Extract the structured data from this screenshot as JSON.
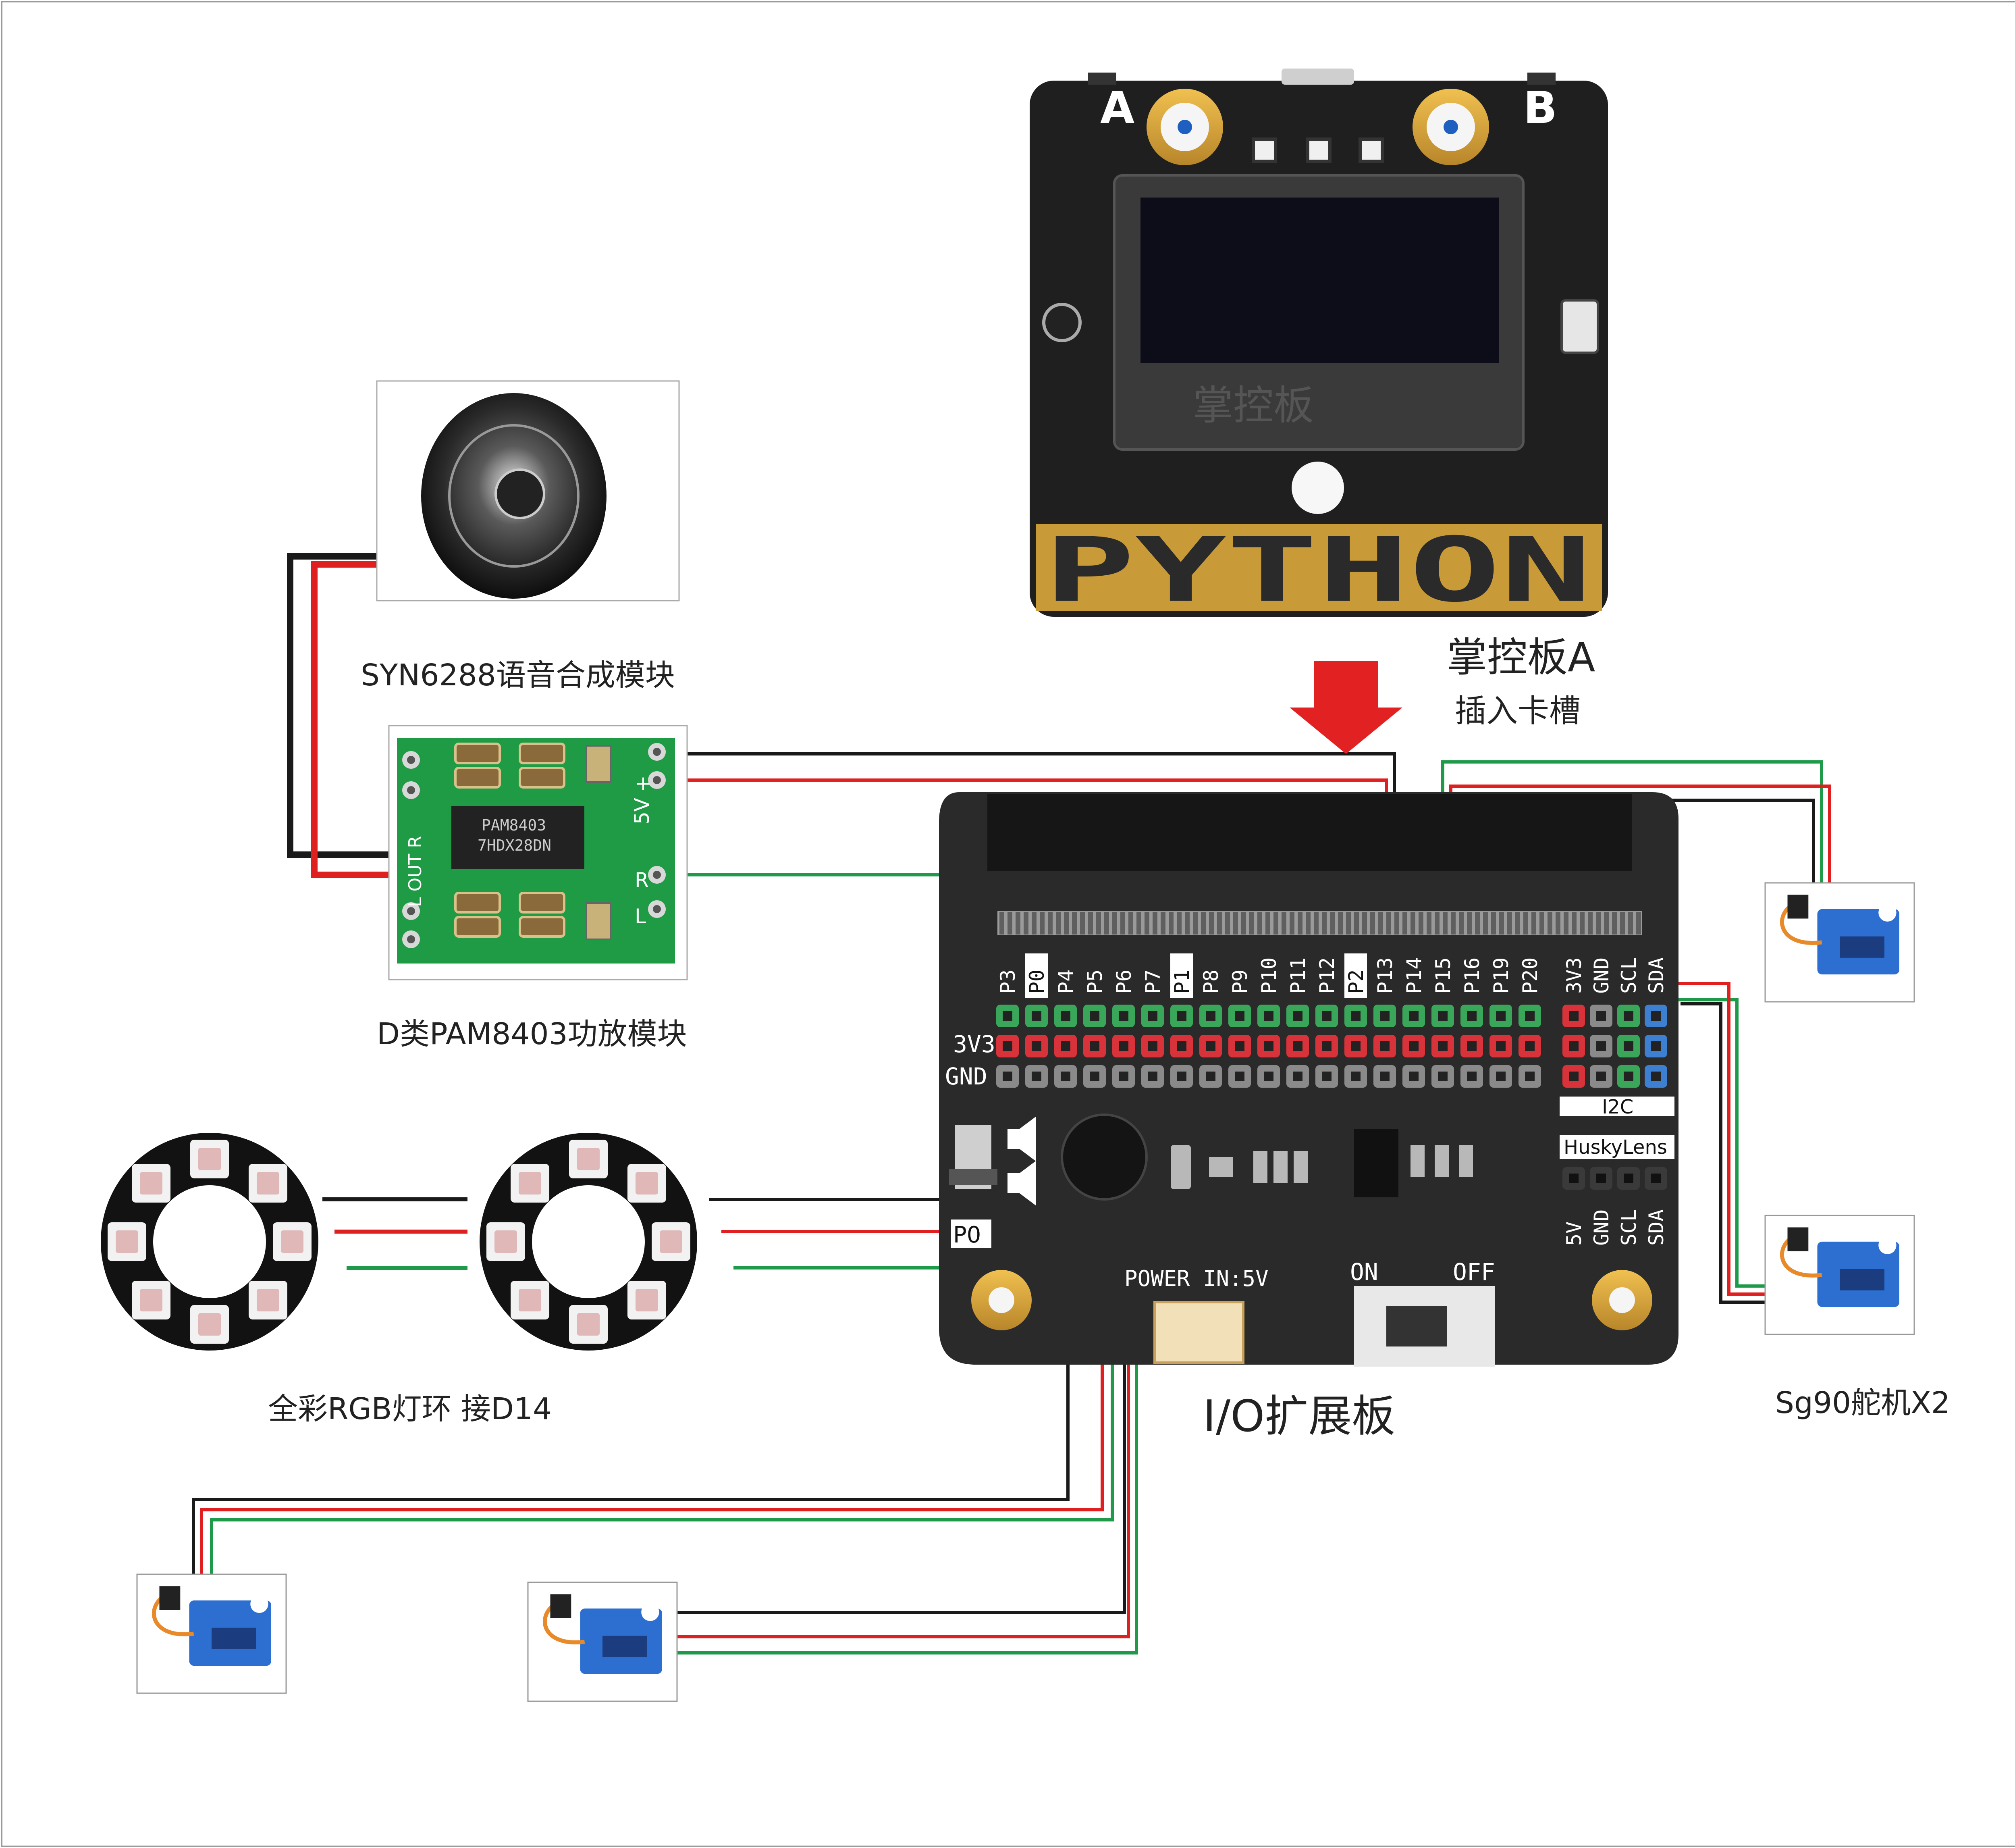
{
  "colors": {
    "wire_black": "#1a1a1a",
    "wire_red": "#e02020",
    "wire_green": "#1f9a4a",
    "board_black": "#2b2b2b",
    "gold": "#d9a93c",
    "arrow_red": "#e22222",
    "header_green": "#3aa65a",
    "header_red": "#d8333a",
    "header_gray": "#8a8a8a",
    "header_blue": "#3d7fd1",
    "pcb_green": "#1f9a45"
  },
  "labels": {
    "syn_module": "SYN6288语音合成模块",
    "amp_module": "D类PAM8403功放模块",
    "rgb_ring": "全彩RGB灯环 接D14",
    "io_board": "I/O扩展板",
    "mainboard": "掌控板A",
    "insert_slot": "插入卡槽",
    "servo_pair": "Sg90舵机X2"
  },
  "mainboard": {
    "button_a": "A",
    "button_b": "B",
    "screen_logo": "掌控板",
    "python_text": "PYTHON"
  },
  "io_board": {
    "pin_labels": [
      "P3",
      "P0",
      "P4",
      "P5",
      "P6",
      "P7",
      "P1",
      "P8",
      "P9",
      "P10",
      "P11",
      "P12",
      "P2",
      "P13",
      "P14",
      "P15",
      "P16",
      "P19",
      "P20"
    ],
    "highlight_pins": [
      "P0",
      "P1",
      "P2"
    ],
    "power_labels": [
      "3V3",
      "GND",
      "SCL",
      "SDA"
    ],
    "row_label_3v3": "3V3",
    "row_label_gnd": "GND",
    "i2c_label": "I2C",
    "huskylens_label": "HuskyLens",
    "huskylens_pins": [
      "5V",
      "GND",
      "SCL",
      "SDA"
    ],
    "p0_label": "P0",
    "power_in": "POWER IN:5V",
    "switch_on": "ON",
    "switch_off": "OFF"
  },
  "amp_board": {
    "chip_text_1": "PAM8403",
    "chip_text_2": "7HDX28DN",
    "pin_5v": "5V",
    "pin_plus": "+",
    "pin_r": "R",
    "pin_l": "L",
    "out_label": "L OUT R"
  }
}
